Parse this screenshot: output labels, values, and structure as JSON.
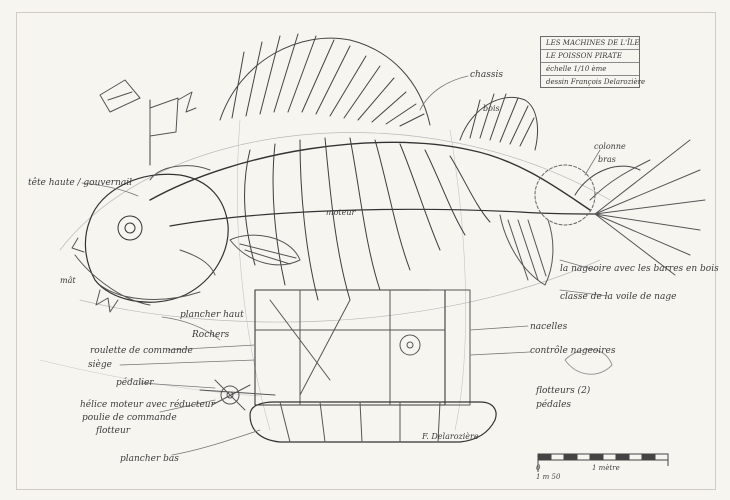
{
  "cartouche": {
    "line1": "LES MACHINES DE L'ÎLE",
    "line2": "LE POISSON PIRATE",
    "line3": "échelle 1/10 ème",
    "line4": "dessin François Delarozière"
  },
  "labels": {
    "tete": "tête haute / gouvernail",
    "mat": "mât",
    "chassis": "chassis",
    "bois": "bois",
    "colonne": "colonne",
    "bras": "bras",
    "moteur": "moteur",
    "plancher_haut": "plancher haut",
    "rockers": "Rochers",
    "roulette": "roulette de commande",
    "siege": "siège",
    "pedalier": "pédalier",
    "helice": "hélice moteur avec réducteur",
    "poulie": "poulie de commande",
    "flotteur": "flotteur",
    "plancher_bas": "plancher bas",
    "nageoire_queue": "la nageoire avec les barres en bois",
    "classe": "classe de la voile de nage",
    "nacelles": "nacelles",
    "controle": "contrôle nageoires",
    "flotteurs": "flotteurs (2)",
    "pedales": "pédales",
    "signature": "F. Delarozière"
  },
  "scale": {
    "start": "0",
    "label": "1 mètre",
    "sub": "1 m 50"
  }
}
